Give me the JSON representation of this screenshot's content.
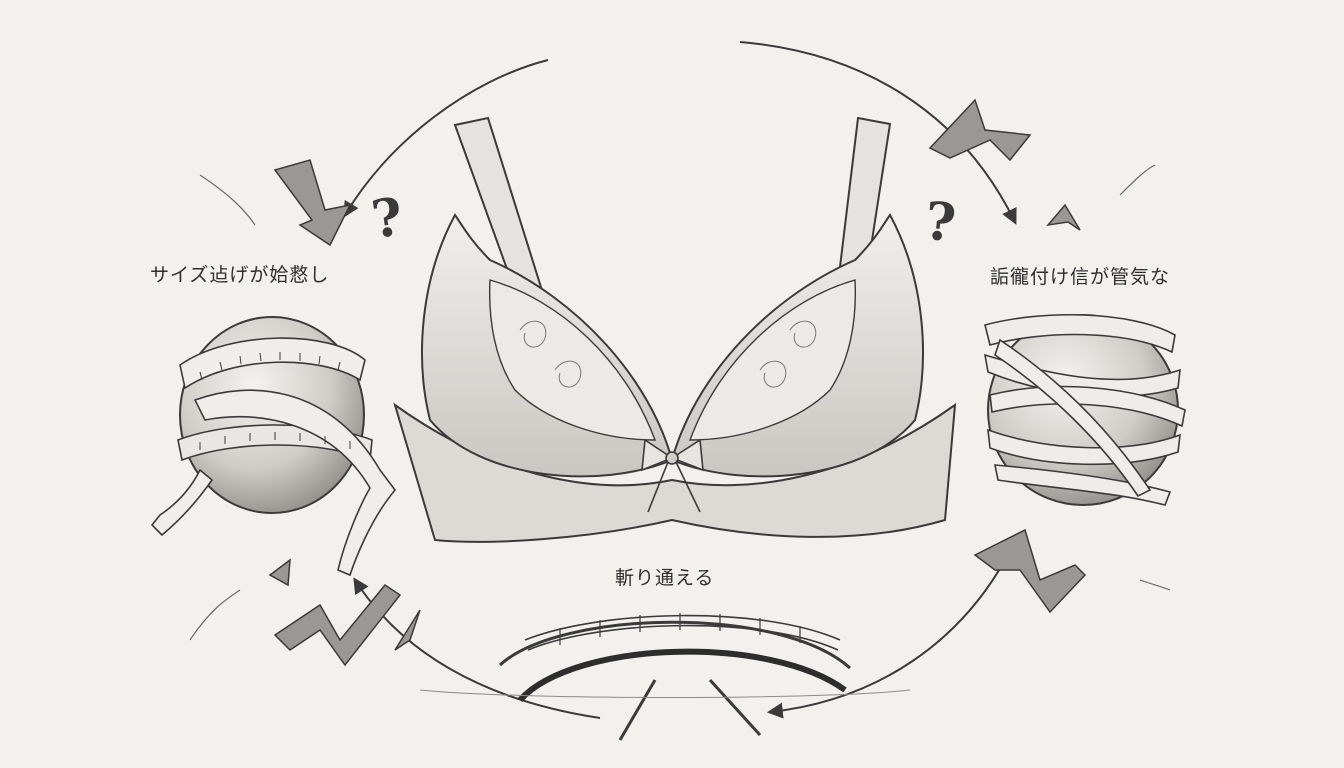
{
  "labels": {
    "left": "サイズ迠げが姶慦し",
    "right": "詬徿付け信が管気な",
    "bottom": "斬り通える"
  },
  "marks": {
    "question": "?"
  },
  "colors": {
    "paper": "#f2f1ee",
    "pencil": "#3a3a3a",
    "shade": "#8a8a8a"
  }
}
